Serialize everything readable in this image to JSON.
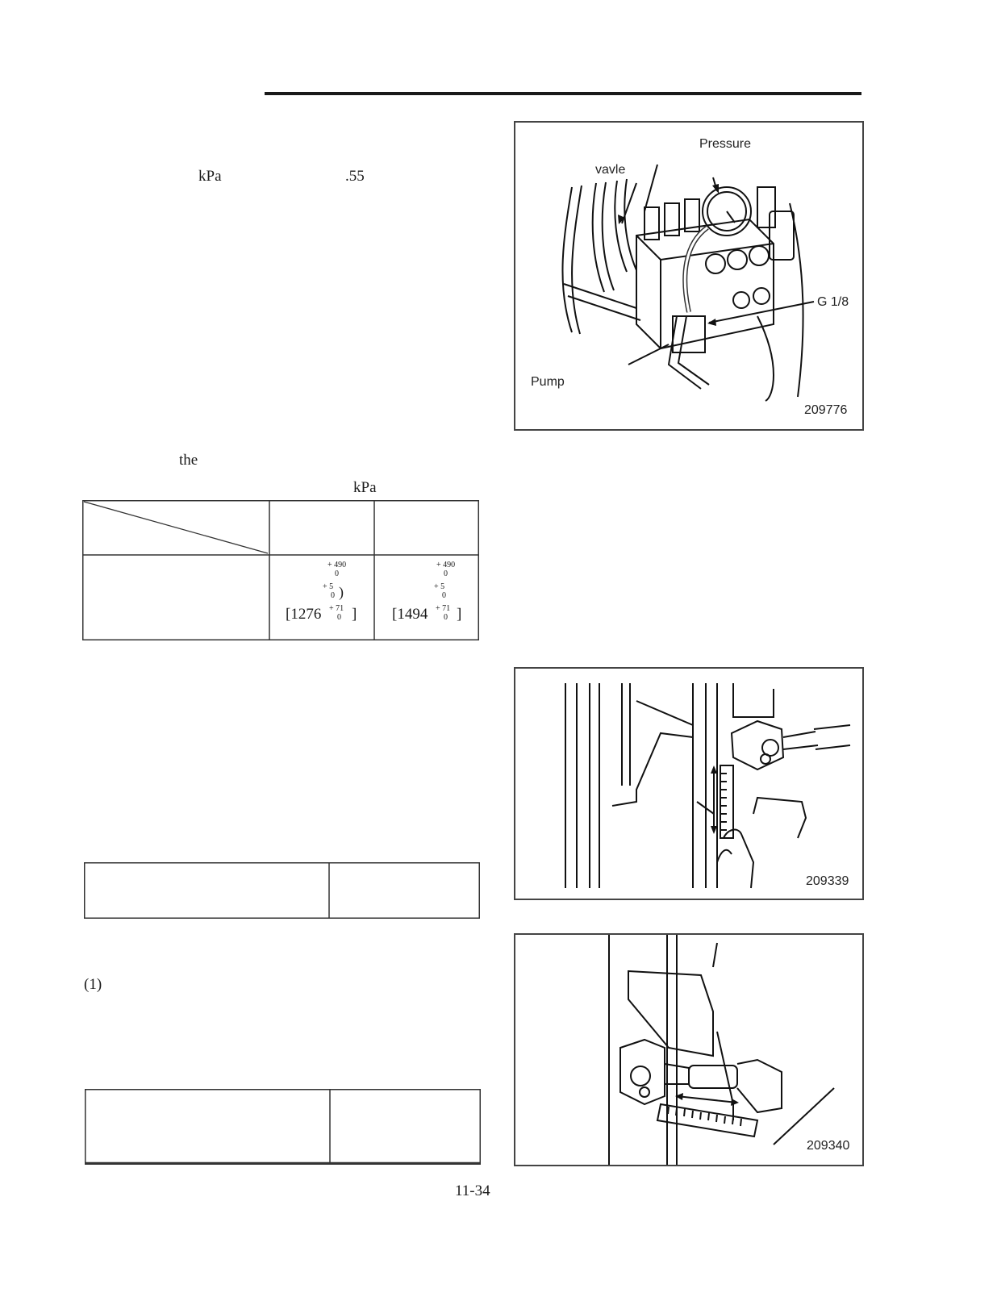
{
  "text": {
    "kpa_top": "kPa",
    "num_55": ".55",
    "the": "the",
    "kpa_table": "kPa",
    "item_1": "(1)",
    "page_number": "11-34"
  },
  "pressure_table": {
    "col1": {
      "sup1": "+ 490",
      "sub1": "0",
      "sup2": "+ 5",
      "sub2": "0",
      "paren": ")",
      "base": "[1276",
      "sup3": "+ 71",
      "sub3": "0",
      "close": "]"
    },
    "col2": {
      "sup1": "+ 490",
      "sub1": "0",
      "sup2": "+ 5",
      "sub2": "0",
      "base": "[1494",
      "sup3": "+ 71",
      "sub3": "0",
      "close": "]"
    }
  },
  "figures": {
    "fig1": {
      "pressure": "Pressure",
      "valve": "vavle",
      "fitting": "G 1/8",
      "pump": "Pump",
      "id": "209776"
    },
    "fig2": {
      "id": "209339"
    },
    "fig3": {
      "id": "209340"
    }
  }
}
